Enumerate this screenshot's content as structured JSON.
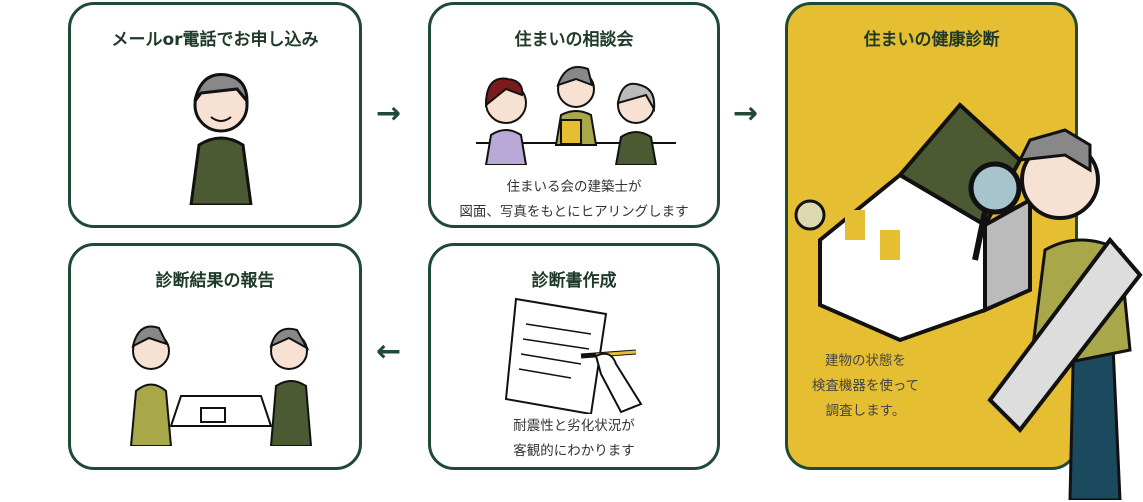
{
  "steps": [
    {
      "title": "メールor電話でお申し込み"
    },
    {
      "title": "住まいの相談会",
      "desc": [
        "住まいる会の建築士が",
        "図面、写真をもとにヒアリングします"
      ]
    },
    {
      "title": "住まいの健康診断",
      "desc": [
        "建物の状態を",
        "検査機器を使って",
        "調査します。"
      ]
    },
    {
      "title": "診断書作成",
      "desc": [
        "耐震性と劣化状況が",
        "客観的にわかります"
      ]
    },
    {
      "title": "診断結果の報告"
    }
  ],
  "colors": {
    "border": "#1f4a35",
    "highlight": "#e6be32"
  }
}
